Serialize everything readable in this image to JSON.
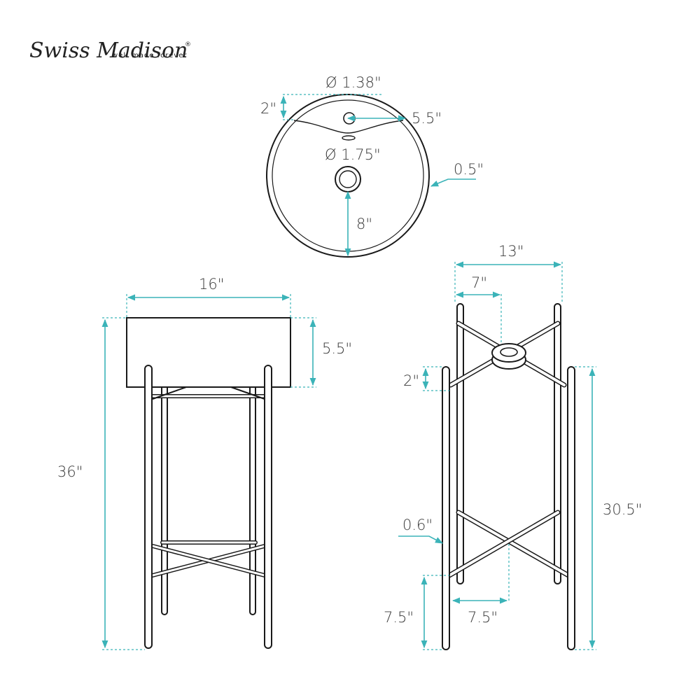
{
  "brand": {
    "name": "Swiss Madison",
    "registered": "®",
    "tagline": "well made forever"
  },
  "colors": {
    "dimension": "#3bb3b8",
    "line": "#1a1a1a",
    "text": "#3a3a3a"
  },
  "top_view": {
    "faucet_hole_diameter": "Ø 1.38\"",
    "faucet_offset": "2\"",
    "faucet_to_center": "5.5\"",
    "drain_diameter": "Ø 1.75\"",
    "rim_thickness": "0.5\"",
    "drain_to_edge": "8\""
  },
  "front_view": {
    "width": "16\"",
    "basin_height": "5.5\"",
    "total_height": "36\""
  },
  "side_view": {
    "width": "13\"",
    "half_width": "7\"",
    "ring_height": "2\"",
    "leg_height": "30.5\"",
    "leg_diameter": "0.6\"",
    "lower_offset": "7.5\"",
    "lower_half_width": "7.5\""
  }
}
